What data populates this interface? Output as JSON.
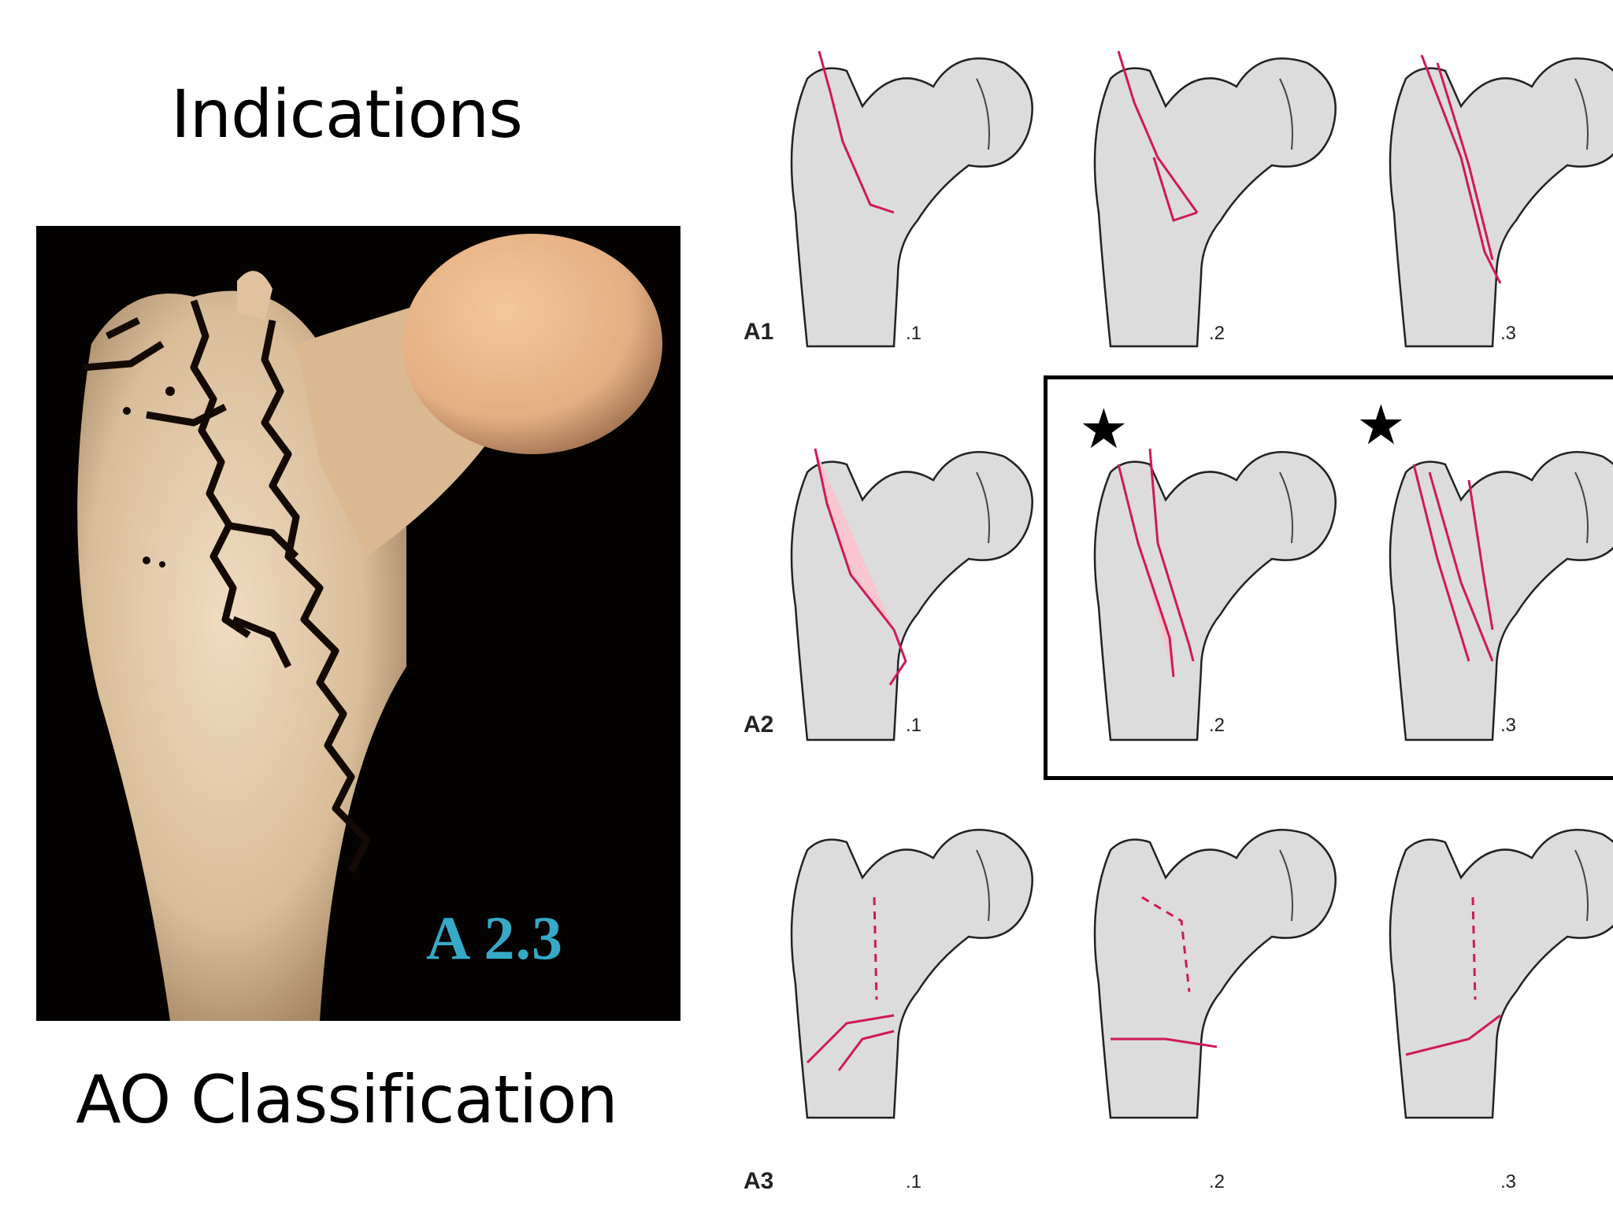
{
  "heading": "Indications",
  "caption": "AO Classification",
  "photo": {
    "badge": "A 2.3"
  },
  "rows": [
    {
      "label": "A1",
      "subs": [
        ".1",
        ".2",
        ".3"
      ]
    },
    {
      "label": "A2",
      "subs": [
        ".1",
        ".2",
        ".3"
      ]
    },
    {
      "label": "A3",
      "subs": [
        ".1",
        ".2",
        ".3"
      ]
    }
  ],
  "highlight": {
    "stars": [
      "★",
      "★"
    ]
  },
  "colors": {
    "bone": "#dcdcdc",
    "fracture": "#d01a55",
    "fragment_fill": "#f7c6cf"
  }
}
